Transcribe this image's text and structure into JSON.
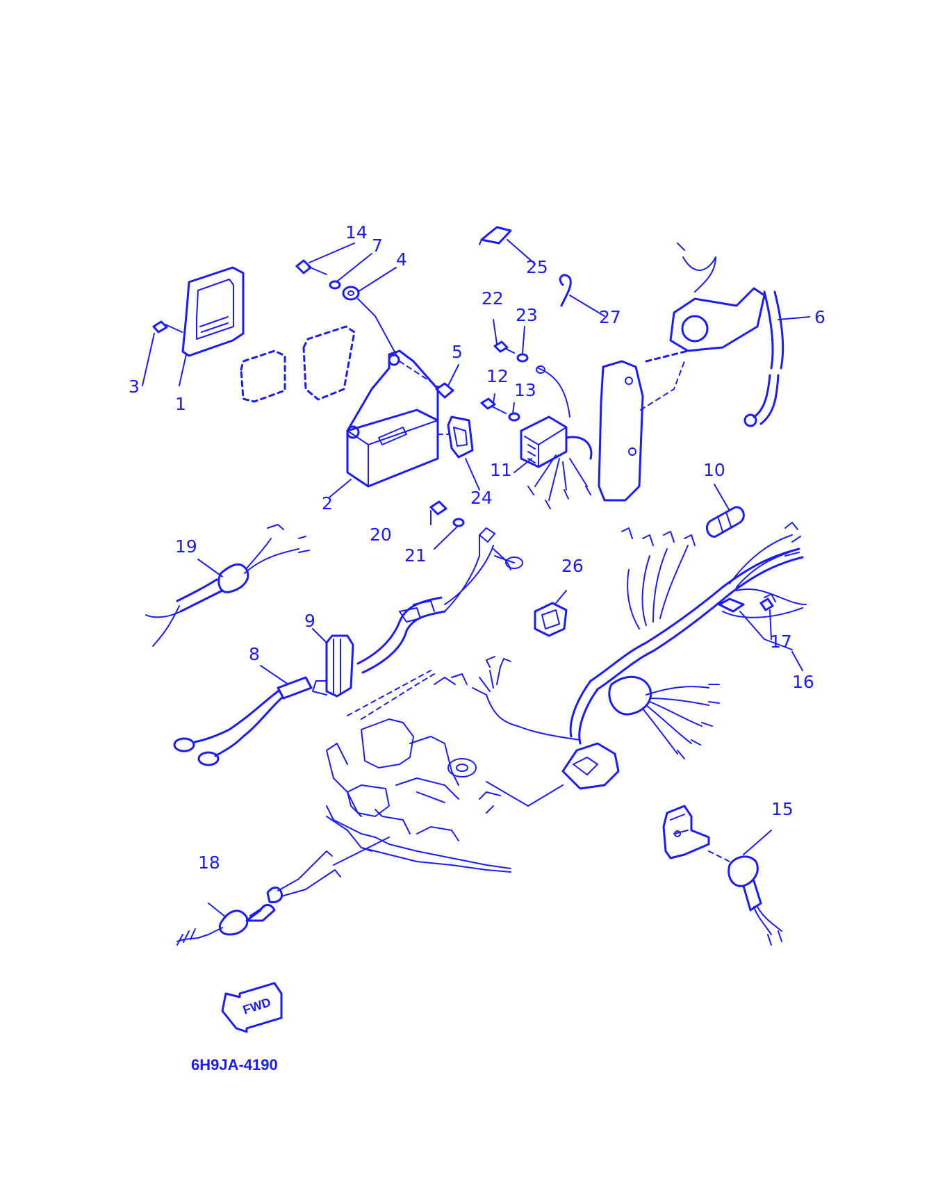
{
  "diagram": {
    "ink_color": "#1a1aff",
    "background": "#ffffff",
    "drawing_code": "6H9JA-4190",
    "direction_arrow_label": "FWD",
    "callouts": [
      {
        "id": "c1",
        "label": "1"
      },
      {
        "id": "c2",
        "label": "2"
      },
      {
        "id": "c3",
        "label": "3"
      },
      {
        "id": "c4",
        "label": "4"
      },
      {
        "id": "c5",
        "label": "5"
      },
      {
        "id": "c6",
        "label": "6"
      },
      {
        "id": "c7",
        "label": "7"
      },
      {
        "id": "c8",
        "label": "8"
      },
      {
        "id": "c9",
        "label": "9"
      },
      {
        "id": "c10",
        "label": "10"
      },
      {
        "id": "c11",
        "label": "11"
      },
      {
        "id": "c12",
        "label": "12"
      },
      {
        "id": "c13",
        "label": "13"
      },
      {
        "id": "c14",
        "label": "14"
      },
      {
        "id": "c15",
        "label": "15"
      },
      {
        "id": "c16",
        "label": "16"
      },
      {
        "id": "c17",
        "label": "17"
      },
      {
        "id": "c18",
        "label": "18"
      },
      {
        "id": "c19",
        "label": "19"
      },
      {
        "id": "c20",
        "label": "20"
      },
      {
        "id": "c21",
        "label": "21"
      },
      {
        "id": "c22",
        "label": "22"
      },
      {
        "id": "c23",
        "label": "23"
      },
      {
        "id": "c24",
        "label": "24"
      },
      {
        "id": "c25",
        "label": "25"
      },
      {
        "id": "c26",
        "label": "26"
      },
      {
        "id": "c27",
        "label": "27"
      }
    ]
  }
}
